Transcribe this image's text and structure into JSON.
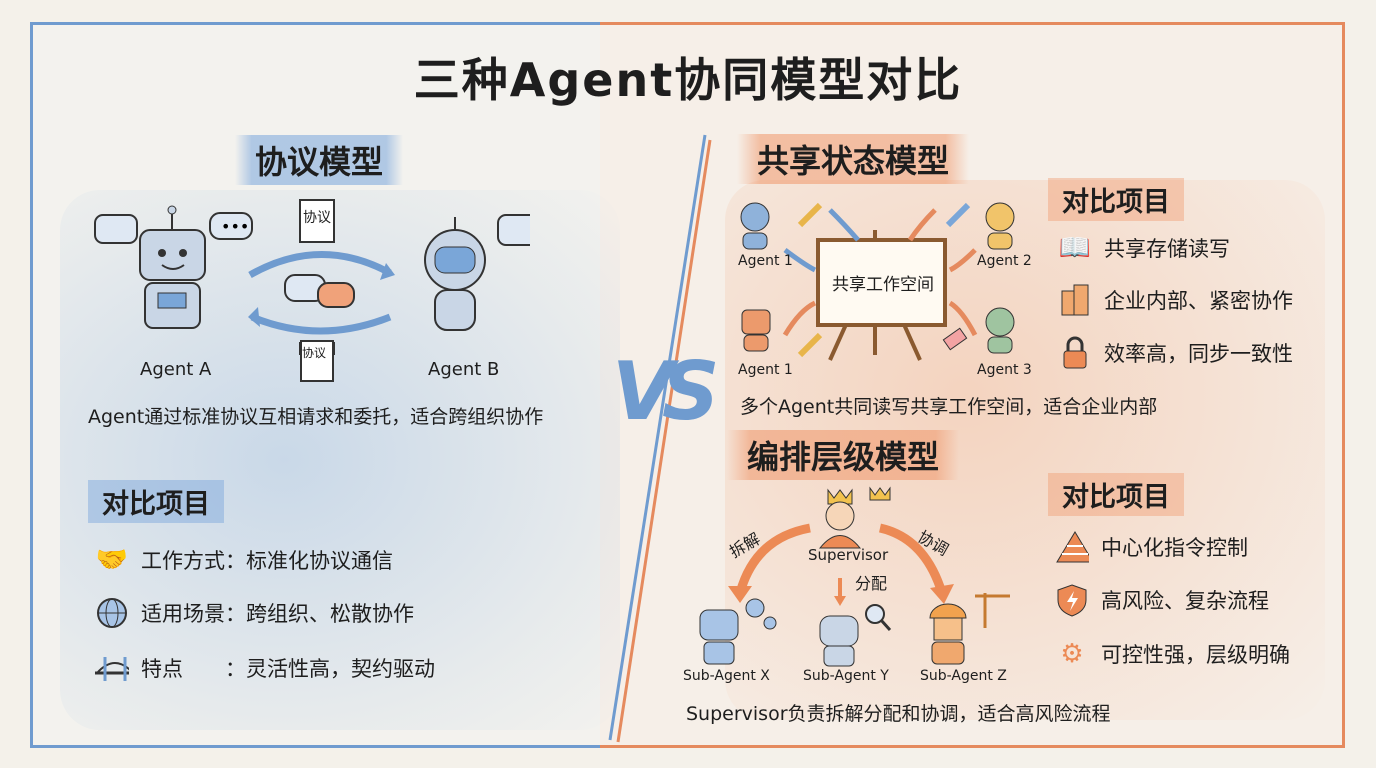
{
  "title": "三种Agent协同模型对比",
  "vs": "VS",
  "protocol": {
    "heading": "协议模型",
    "agent_a": "Agent A",
    "agent_b": "Agent B",
    "doc_top": "协议",
    "doc_bottom": "协议",
    "description": "Agent通过标准协议互相请求和委托，适合跨组织协作",
    "compare_title": "对比项目",
    "items": [
      {
        "icon": "handshake-icon",
        "text": "工作方式：标准化协议通信"
      },
      {
        "icon": "globe-icon",
        "text": "适用场景：跨组织、松散协作"
      },
      {
        "icon": "bridge-icon",
        "text": "特点　　：灵活性高，契约驱动"
      }
    ]
  },
  "shared": {
    "heading": "共享状态模型",
    "board": "共享工作空间",
    "agents": [
      "Agent 1",
      "Agent 2",
      "Agent 1",
      "Agent 3"
    ],
    "description": "多个Agent共同读写共享工作空间，适合企业内部",
    "compare_title": "对比项目",
    "items": [
      {
        "icon": "book-icon",
        "text": "共享存储读写"
      },
      {
        "icon": "building-icon",
        "text": "企业内部、紧密协作"
      },
      {
        "icon": "lock-icon",
        "text": "效率高，同步一致性"
      }
    ]
  },
  "hierarchy": {
    "heading": "编排层级模型",
    "supervisor": "Supervisor",
    "decompose": "拆解",
    "assign": "分配",
    "coordinate": "协调",
    "sub_agents": [
      "Sub-Agent X",
      "Sub-Agent Y",
      "Sub-Agent Z"
    ],
    "description": "Supervisor负责拆解分配和协调，适合高风险流程",
    "compare_title": "对比项目",
    "items": [
      {
        "icon": "pyramid-icon",
        "text": "中心化指令控制"
      },
      {
        "icon": "shield-icon",
        "text": "高风险、复杂流程"
      },
      {
        "icon": "gears-icon",
        "text": "可控性强，层级明确"
      }
    ]
  },
  "colors": {
    "blue": "#6f9bcf",
    "orange": "#e58a5e"
  }
}
